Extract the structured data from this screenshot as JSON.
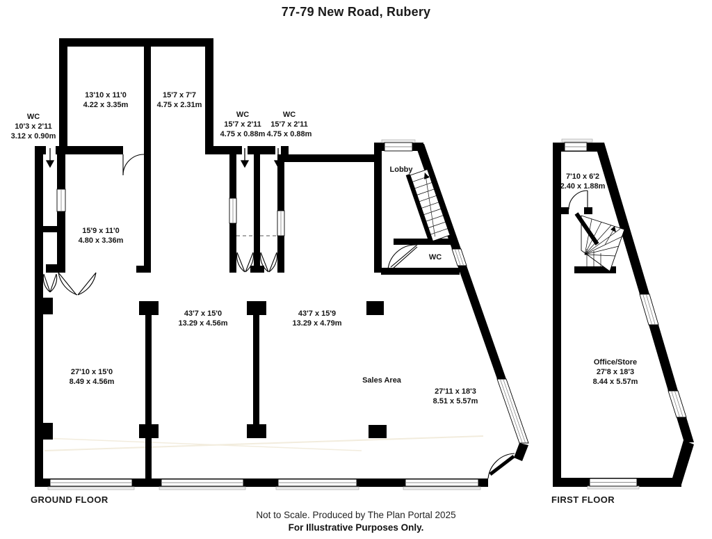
{
  "title": "77-79 New Road, Rubery",
  "ground_floor": {
    "label": "GROUND FLOOR",
    "rooms": [
      {
        "imperial": "13'10 x 11'0",
        "metric": "4.22 x 3.35m"
      },
      {
        "imperial": "15'7 x 7'7",
        "metric": "4.75 x 2.31m"
      },
      {
        "name": "WC",
        "imperial": "10'3 x 2'11",
        "metric": "3.12 x 0.90m"
      },
      {
        "name": "WC",
        "imperial": "15'7 x 2'11",
        "metric": "4.75 x 0.88m"
      },
      {
        "name": "WC",
        "imperial": "15'7 x 2'11",
        "metric": "4.75 x 0.88m"
      },
      {
        "imperial": "15'9 x 11'0",
        "metric": "4.80 x 3.36m"
      },
      {
        "name": "Lobby"
      },
      {
        "name": "WC"
      },
      {
        "imperial": "43'7 x 15'0",
        "metric": "13.29 x 4.56m"
      },
      {
        "imperial": "43'7 x 15'9",
        "metric": "13.29 x 4.79m"
      },
      {
        "imperial": "27'10 x 15'0",
        "metric": "8.49 x 4.56m"
      },
      {
        "name": "Sales Area"
      },
      {
        "imperial": "27'11 x 18'3",
        "metric": "8.51 x 5.57m"
      }
    ]
  },
  "first_floor": {
    "label": "FIRST FLOOR",
    "rooms": [
      {
        "imperial": "7'10 x 6'2",
        "metric": "2.40 x 1.88m"
      },
      {
        "name": "Office/Store",
        "imperial": "27'8 x 18'3",
        "metric": "8.44 x 5.57m"
      }
    ]
  },
  "footer": {
    "line1": "Not to Scale. Produced by The Plan Portal 2025",
    "line2": "For Illustrative Purposes Only."
  },
  "colors": {
    "wall": "#000000",
    "window_frame": "#8f8f8f",
    "sill": "#ededed",
    "background": "#ffffff"
  }
}
